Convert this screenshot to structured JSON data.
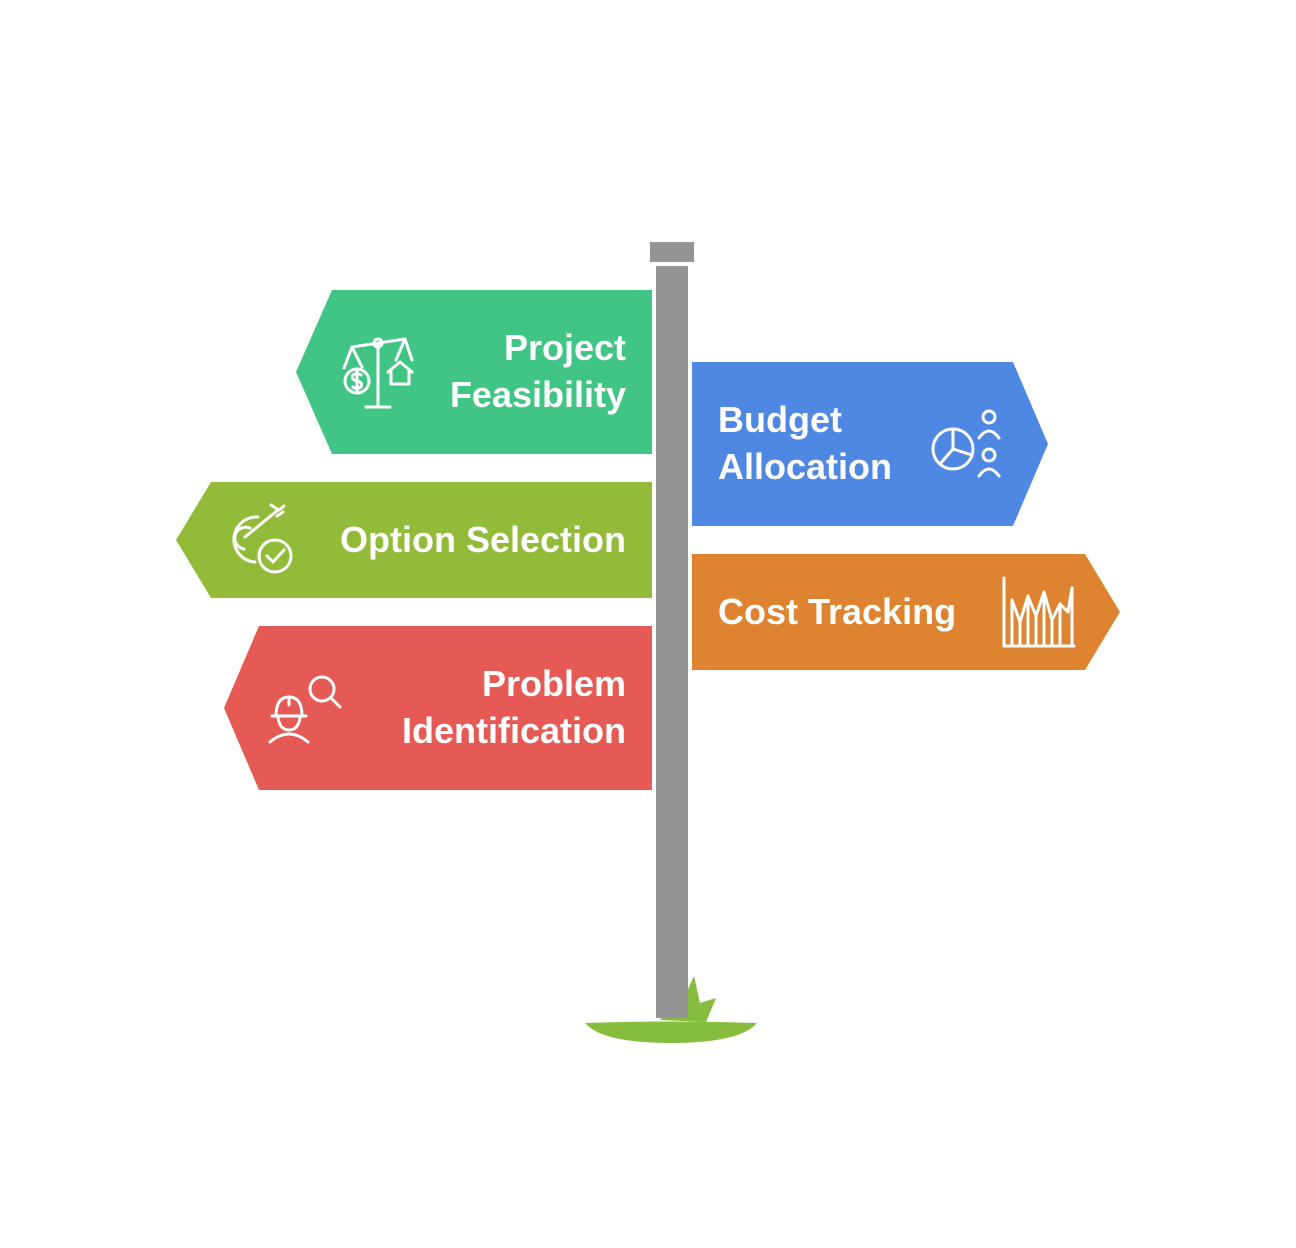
{
  "colors": {
    "green": "#40c585",
    "blue": "#4e88e3",
    "lime": "#92bb3a",
    "orange": "#de8430",
    "red": "#e55a54",
    "pole": "#949494",
    "grass": "#86bd3e"
  },
  "signs": [
    {
      "id": "project-feasibility",
      "lines": [
        "Project",
        "Feasibility"
      ],
      "color": "green",
      "icon": "scale-money-house-icon",
      "direction": "left"
    },
    {
      "id": "budget-allocation",
      "lines": [
        "Budget",
        "Allocation"
      ],
      "color": "blue",
      "icon": "pie-chart-people-icon",
      "direction": "right"
    },
    {
      "id": "option-selection",
      "lines": [
        "Option Selection"
      ],
      "color": "lime",
      "icon": "target-check-icon",
      "direction": "left"
    },
    {
      "id": "cost-tracking",
      "lines": [
        "Cost Tracking"
      ],
      "color": "orange",
      "icon": "bar-chart-icon",
      "direction": "right"
    },
    {
      "id": "problem-identification",
      "lines": [
        "Problem",
        "Identification"
      ],
      "color": "red",
      "icon": "worker-search-icon",
      "direction": "left"
    }
  ]
}
